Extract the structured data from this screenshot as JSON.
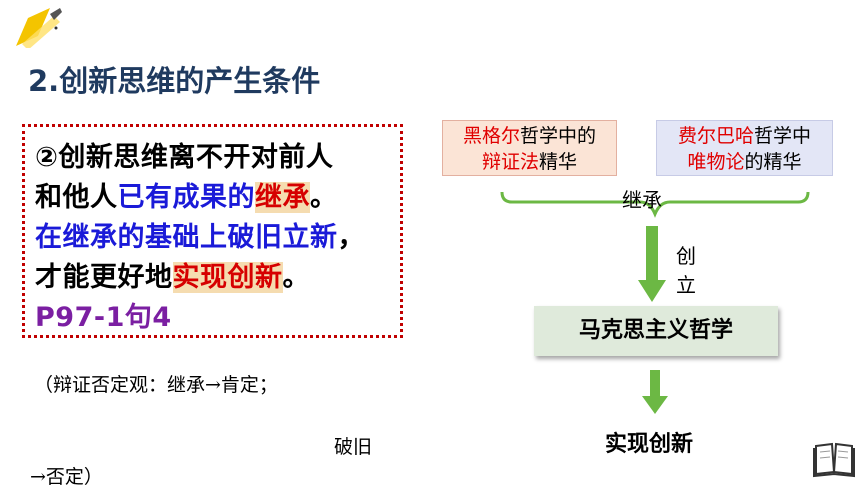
{
  "title": "2.创新思维的产生条件",
  "quote": {
    "line1": "②创新思维离不开对前人",
    "line2_a": "和他人",
    "line2_b": "已有成果的",
    "line2_c": "继承",
    "line2_d": "。",
    "line3_a": "在继承的基础上破旧立新",
    "line3_b": "，",
    "line4_a": "才能更好地",
    "line4_b": "实现创新",
    "line4_c": "。",
    "line5": "P97-1句4"
  },
  "diagram": {
    "hegel": {
      "a": "黑格尔",
      "b": "哲学中的",
      "c": "辩证法",
      "d": "精华"
    },
    "feuer": {
      "a": "费尔巴哈",
      "b": "哲学中",
      "c": "唯物论",
      "d": "的精华"
    },
    "inherit_label": "继承",
    "create_label_1": "创",
    "create_label_2": "立",
    "marx": "马克思主义哲学",
    "result": "实现创新"
  },
  "notes": {
    "line1": "（辩证否定观：继承→肯定；",
    "line2": "破旧",
    "line3": "→否定）"
  },
  "colors": {
    "title": "#1f3a5f",
    "highlight_red": "#d60000",
    "highlight_bg": "#f5dcb0",
    "blue": "#1a1ad8",
    "purple": "#7b1fa2",
    "arrow_green": "#6cb844",
    "box_border": "#c00000"
  },
  "icons": [
    "pencil-logo-icon",
    "open-book-icon"
  ]
}
